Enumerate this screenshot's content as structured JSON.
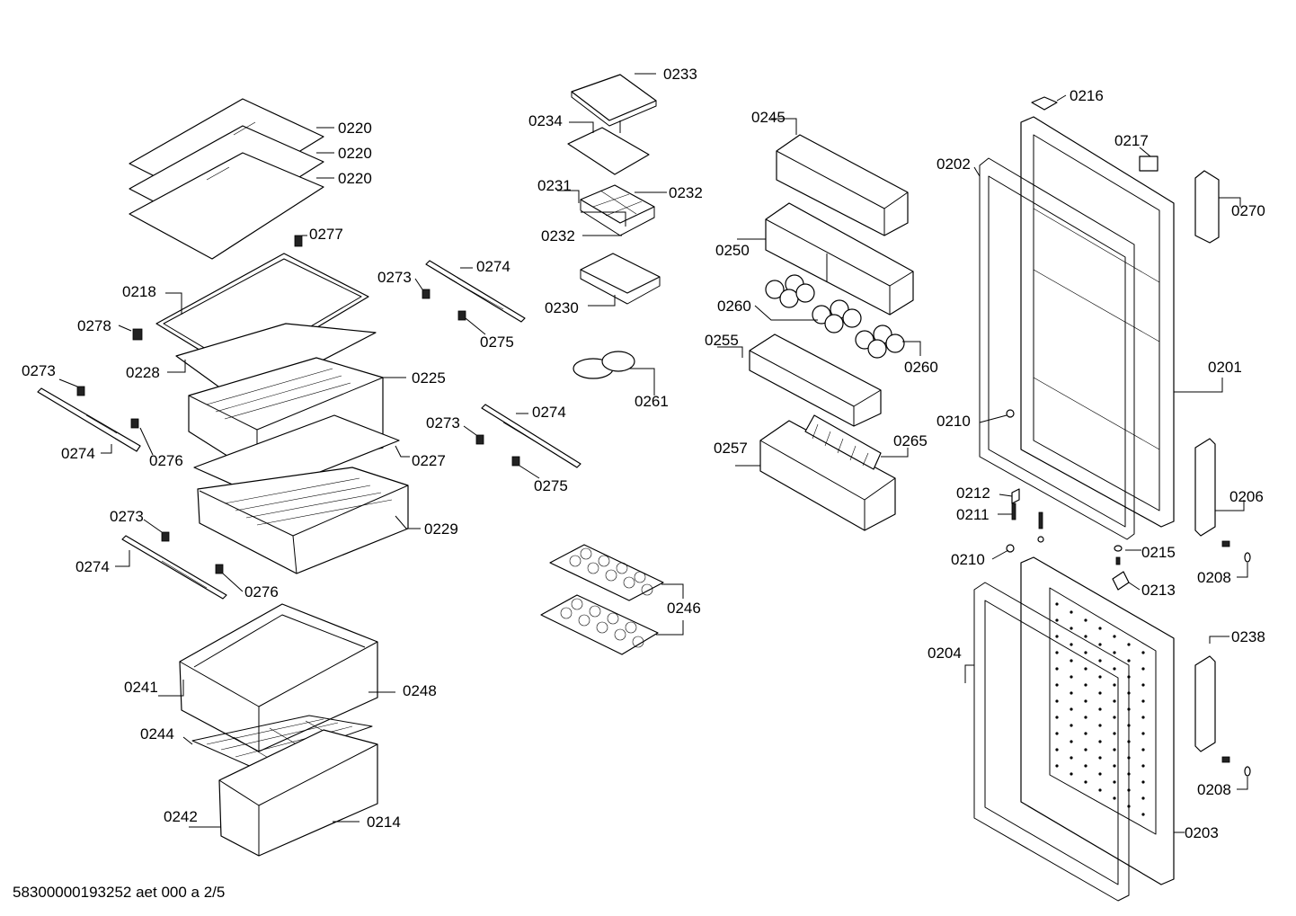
{
  "diagram": {
    "document_id": "58300000193252 aet 000 a 2/5",
    "labels": {
      "l0233": "0233",
      "l0234": "0234",
      "l0231": "0231",
      "l0232a": "0232",
      "l0232b": "0232",
      "l0230": "0230",
      "l0261": "0261",
      "l0220a": "0220",
      "l0220b": "0220",
      "l0220c": "0220",
      "l0277": "0277",
      "l0218": "0218",
      "l0278": "0278",
      "l0228": "0228",
      "l0225": "0225",
      "l0273a": "0273",
      "l0274a": "0274",
      "l0276a": "0276",
      "l0227": "0227",
      "l0229": "0229",
      "l0273b": "0273",
      "l0274b": "0274",
      "l0276b": "0276",
      "l0273c": "0273",
      "l0274c": "0274",
      "l0275a": "0275",
      "l0273d": "0273",
      "l0274d": "0274",
      "l0275b": "0275",
      "l0241": "0241",
      "l0248": "0248",
      "l0244": "0244",
      "l0242": "0242",
      "l0214": "0214",
      "l0246": "0246",
      "l0245": "0245",
      "l0250": "0250",
      "l0260a": "0260",
      "l0260b": "0260",
      "l0255": "0255",
      "l0257": "0257",
      "l0265": "0265",
      "l0216": "0216",
      "l0217": "0217",
      "l0202": "0202",
      "l0270": "0270",
      "l0201": "0201",
      "l0210a": "0210",
      "l0212": "0212",
      "l0211": "0211",
      "l0206": "0206",
      "l0210b": "0210",
      "l0215": "0215",
      "l0213": "0213",
      "l0208a": "0208",
      "l0204": "0204",
      "l0238": "0238",
      "l0208b": "0208",
      "l0203": "0203"
    }
  }
}
